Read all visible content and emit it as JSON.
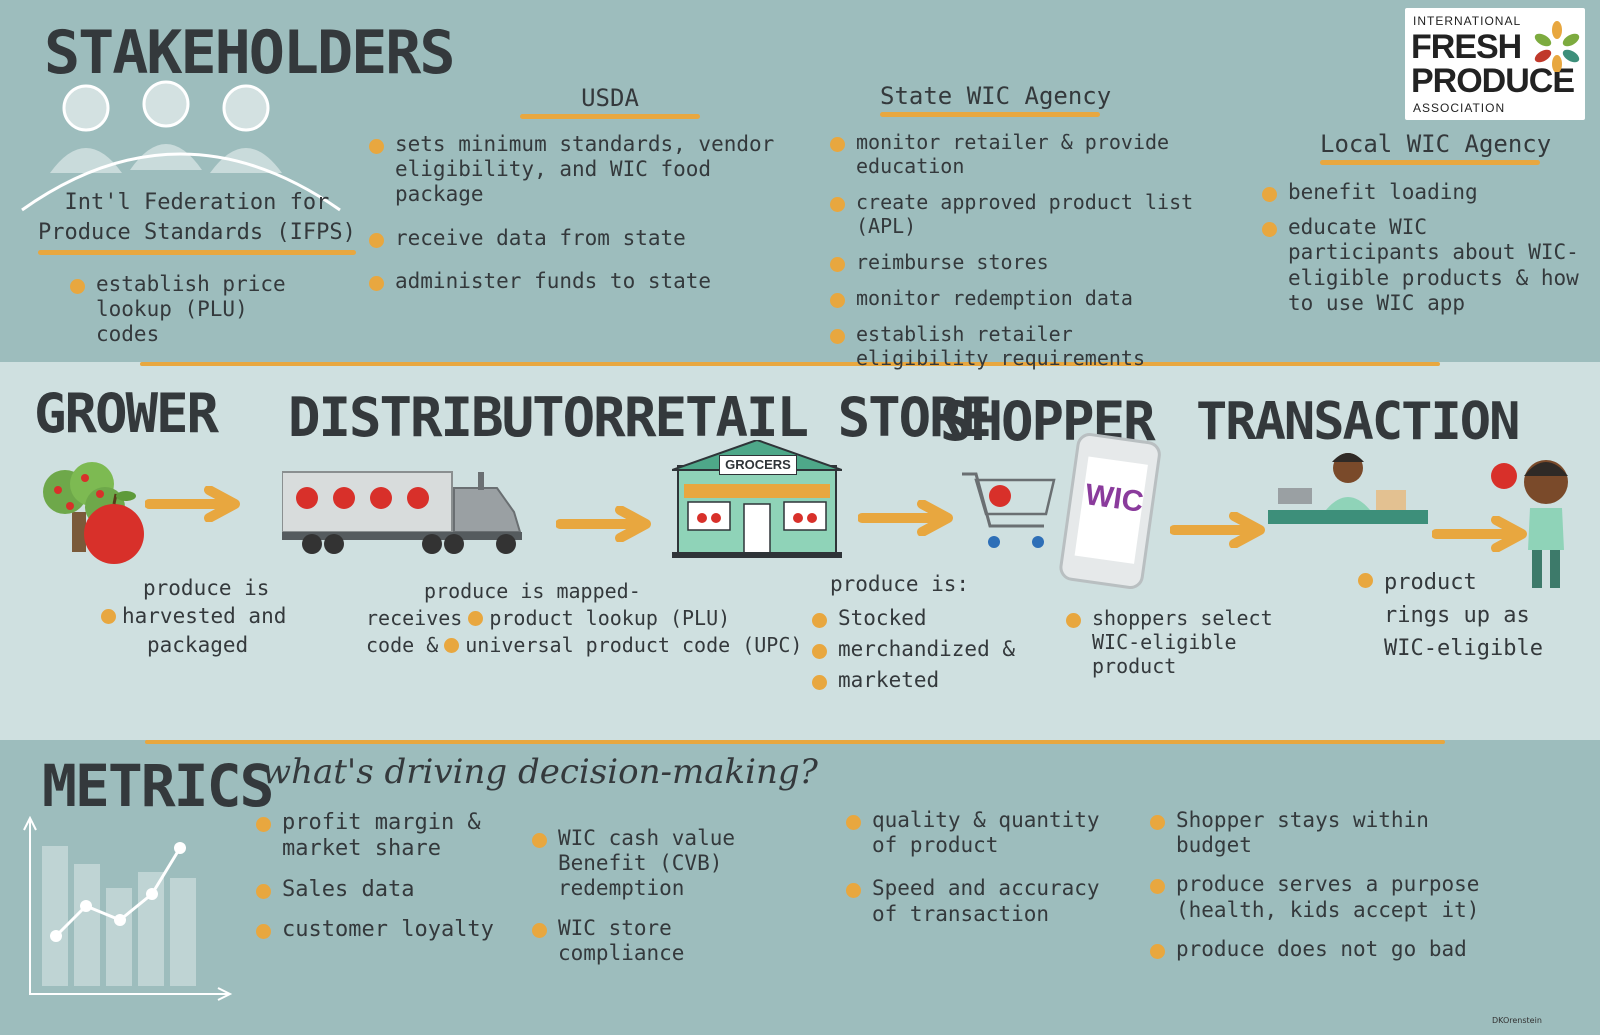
{
  "colors": {
    "band": "#9dbdbd",
    "mid_band": "#cfe0e0",
    "accent": "#e8a73f",
    "ink": "#34393c"
  },
  "logo": {
    "line1": "INTERNATIONAL",
    "line2": "FRESH",
    "line3": "PRODUCE",
    "line4": "ASSOCIATION"
  },
  "stakeholders": {
    "title": "STAKEHOLDERS",
    "ifps": {
      "heading_line1": "Int'l Federation for",
      "heading_line2": "Produce Standards (IFPS)",
      "bullets": [
        "establish price lookup (PLU) codes"
      ]
    },
    "usda": {
      "heading": "USDA",
      "bullets": [
        "sets minimum standards, vendor eligibility, and WIC food package",
        "receive data from state",
        "administer funds to state"
      ]
    },
    "state_wic": {
      "heading": "State WIC Agency",
      "bullets": [
        "monitor retailer & provide education",
        "create approved product list (APL)",
        "reimburse stores",
        "monitor redemption data",
        "establish retailer eligibility requirements"
      ]
    },
    "local_wic": {
      "heading": "Local WIC Agency",
      "bullets": [
        "benefit loading",
        "educate WIC participants about WIC-eligible products & how to use WIC app"
      ]
    }
  },
  "flow": {
    "grower": {
      "title": "GROWER",
      "text_line1": "produce is",
      "text_line2": "harvested and",
      "text_line3": "packaged"
    },
    "distributor": {
      "title": "DISTRIBUTOR",
      "text_line1": "produce is mapped-",
      "text_line2a": "receives",
      "text_line2b": "product lookup (PLU)",
      "text_line3a": "code &",
      "text_line3b": "universal product code (UPC)"
    },
    "retail": {
      "title": "RETAIL STORE",
      "sign": "GROCERS",
      "text_intro": "produce is:",
      "bullets": [
        "Stocked",
        "merchandized &",
        "marketed"
      ]
    },
    "shopper": {
      "title": "SHOPPER",
      "phone_label": "WIC",
      "bullets": [
        "shoppers select WIC-eligible product"
      ]
    },
    "transaction": {
      "title": "TRANSACTION",
      "bullets": [
        "product rings up as WIC-eligible"
      ]
    }
  },
  "metrics": {
    "title": "METRICS",
    "question": "what's driving decision-making?",
    "col1": [
      "profit margin & market share",
      "Sales data",
      "customer loyalty"
    ],
    "col2": [
      "WIC cash value Benefit (CVB) redemption",
      "WIC store compliance"
    ],
    "col3": [
      "quality & quantity of product",
      "Speed and accuracy of transaction"
    ],
    "col4": [
      "Shopper stays within budget",
      "produce serves a purpose (health, kids accept it)",
      "produce does not go bad"
    ]
  },
  "signature": "DKOrenstein"
}
